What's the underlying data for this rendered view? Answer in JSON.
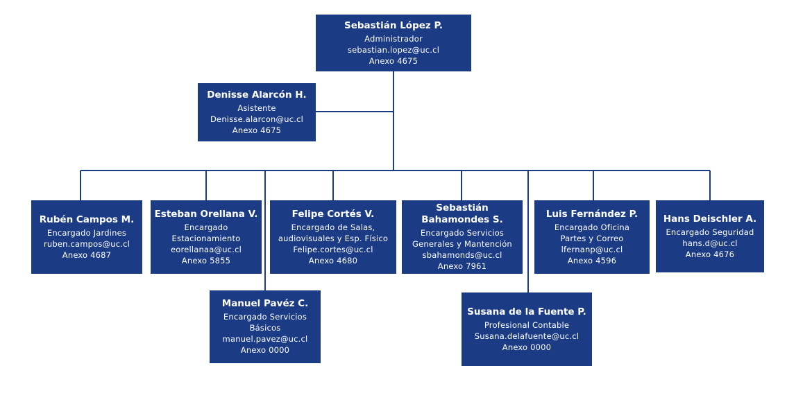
{
  "colors": {
    "box": "#1b3c85",
    "text": "#ffffff",
    "line": "#1b3c85"
  },
  "admin": {
    "name": "Sebastián López P.",
    "role": "Administrador",
    "email": "sebastian.lopez@uc.cl",
    "ext": "Anexo 4675"
  },
  "assistant": {
    "name": "Denisse Alarcón H.",
    "role": "Asistente",
    "email": "Denisse.alarcon@uc.cl",
    "ext": "Anexo 4675"
  },
  "staff": [
    {
      "name": "Rubén Campos M.",
      "role": [
        "Encargado Jardines"
      ],
      "email": "ruben.campos@uc.cl",
      "ext": "Anexo 4687"
    },
    {
      "name": "Esteban Orellana V.",
      "role": [
        "Encargado",
        "Estacionamiento"
      ],
      "email": "eorellanaa@uc.cl",
      "ext": "Anexo 5855"
    },
    {
      "name": "Felipe Cortés V.",
      "role": [
        "Encargado de Salas,",
        "audiovisuales y Esp. Físico"
      ],
      "email": "Felipe.cortes@uc.cl",
      "ext": "Anexo 4680"
    },
    {
      "name": [
        "Sebastián",
        "Bahamondes S."
      ],
      "role": [
        "Encargado Servicios",
        "Generales y Mantención"
      ],
      "email": "sbahamonds@uc.cl",
      "ext": "Anexo 7961"
    },
    {
      "name": "Luis Fernández P.",
      "role": [
        "Encargado Oficina",
        "Partes y Correo"
      ],
      "email": "lfernanp@uc.cl",
      "ext": "Anexo 4596"
    },
    {
      "name": "Hans Deischler A.",
      "role": [
        "Encargado Seguridad"
      ],
      "email": "hans.d@uc.cl",
      "ext": "Anexo 4676"
    }
  ],
  "sub_staff": [
    {
      "name": "Manuel Pavéz C.",
      "role": [
        "Encargado Servicios",
        "Básicos"
      ],
      "email": "manuel.pavez@uc.cl",
      "ext": "Anexo 0000"
    },
    {
      "name": "Susana de la Fuente P.",
      "role": [
        "Profesional Contable"
      ],
      "email": "Susana.delafuente@uc.cl",
      "ext": "Anexo 0000"
    }
  ]
}
